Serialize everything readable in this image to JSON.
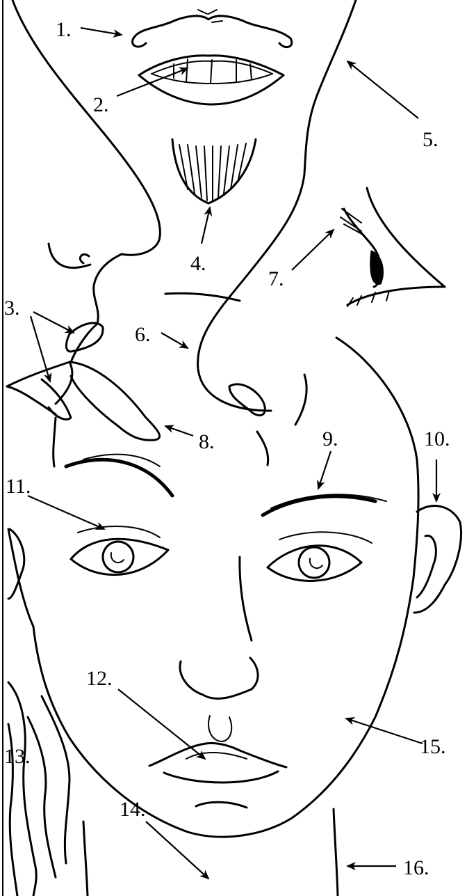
{
  "labels": {
    "l1": "1.",
    "l2": "2.",
    "l3": "3.",
    "l4": "4.",
    "l5": "5.",
    "l6": "6.",
    "l7": "7.",
    "l8": "8.",
    "l9": "9.",
    "l10": "10.",
    "l11": "11.",
    "l12": "12.",
    "l13": "13.",
    "l14": "14.",
    "l15": "15.",
    "l16": "16."
  }
}
